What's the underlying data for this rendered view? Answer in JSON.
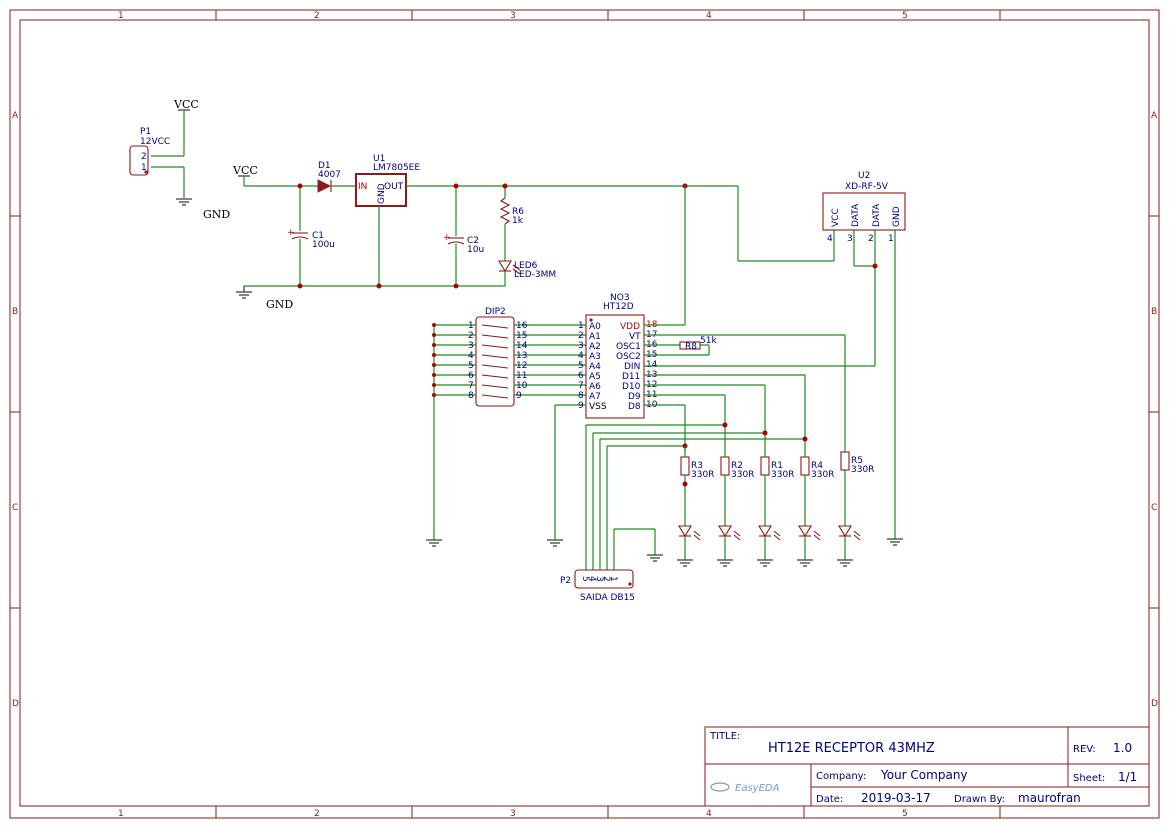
{
  "frame": {
    "columns": [
      "1",
      "2",
      "3",
      "4",
      "5"
    ],
    "rows": [
      "A",
      "B",
      "C",
      "D"
    ]
  },
  "power": {
    "vcc": "VCC",
    "gnd": "GND"
  },
  "components": {
    "p1": {
      "ref": "P1",
      "value": "12VCC",
      "pins": [
        "2",
        "1"
      ]
    },
    "d1": {
      "ref": "D1",
      "value": "4007"
    },
    "u1": {
      "ref": "U1",
      "value": "LM7805EE",
      "in": "IN",
      "out": "OUT",
      "gnd": "GND"
    },
    "c1": {
      "ref": "C1",
      "value": "100u"
    },
    "c2": {
      "ref": "C2",
      "value": "10u"
    },
    "r6": {
      "ref": "R6",
      "value": "1k"
    },
    "led6": {
      "ref": "LED6",
      "value": "LED-3MM"
    },
    "u2": {
      "ref": "U2",
      "value": "XD-RF-5V",
      "pins": [
        {
          "name": "VCC",
          "num": "4"
        },
        {
          "name": "DATA",
          "num": "3"
        },
        {
          "name": "DATA",
          "num": "2"
        },
        {
          "name": "GND",
          "num": "1"
        }
      ]
    },
    "dip2": {
      "ref": "DIP2",
      "left": [
        "1",
        "2",
        "3",
        "4",
        "5",
        "6",
        "7",
        "8"
      ],
      "right": [
        "16",
        "15",
        "14",
        "13",
        "12",
        "11",
        "10",
        "9"
      ]
    },
    "no3": {
      "ref": "NO3",
      "value": "HT12D",
      "left": [
        {
          "num": "1",
          "name": "A0"
        },
        {
          "num": "2",
          "name": "A1"
        },
        {
          "num": "3",
          "name": "A2"
        },
        {
          "num": "4",
          "name": "A3"
        },
        {
          "num": "5",
          "name": "A4"
        },
        {
          "num": "6",
          "name": "A5"
        },
        {
          "num": "7",
          "name": "A6"
        },
        {
          "num": "8",
          "name": "A7"
        },
        {
          "num": "9",
          "name": "VSS"
        }
      ],
      "right": [
        {
          "num": "18",
          "name": "VDD"
        },
        {
          "num": "17",
          "name": "VT"
        },
        {
          "num": "16",
          "name": "OSC1"
        },
        {
          "num": "15",
          "name": "OSC2"
        },
        {
          "num": "14",
          "name": "DIN"
        },
        {
          "num": "13",
          "name": "D11"
        },
        {
          "num": "12",
          "name": "D10"
        },
        {
          "num": "11",
          "name": "D9"
        },
        {
          "num": "10",
          "name": "D8"
        }
      ]
    },
    "r8": {
      "ref": "R8",
      "value": "51k"
    },
    "resistors": [
      {
        "ref": "R3",
        "value": "330R"
      },
      {
        "ref": "R2",
        "value": "330R"
      },
      {
        "ref": "R1",
        "value": "330R"
      },
      {
        "ref": "R4",
        "value": "330R"
      },
      {
        "ref": "R5",
        "value": "330R"
      }
    ],
    "p2": {
      "ref": "P2",
      "value": "SAIDA DB15",
      "pins": [
        "5",
        "4",
        "3",
        "2",
        "1"
      ]
    }
  },
  "title_block": {
    "title_label": "TITLE:",
    "title": "HT12E RECEPTOR 43MHZ",
    "rev_label": "REV:",
    "rev": "1.0",
    "company_label": "Company:",
    "company": "Your Company",
    "sheet_label": "Sheet:",
    "sheet": "1/1",
    "date_label": "Date:",
    "date": "2019-03-17",
    "drawn_label": "Drawn By:",
    "drawn_by": "maurofran",
    "logo": "EasyEDA"
  },
  "colors": {
    "frame": "#8b1a1a",
    "wire": "#1e8b1e",
    "text": "#000080",
    "junction": "#b00000"
  }
}
